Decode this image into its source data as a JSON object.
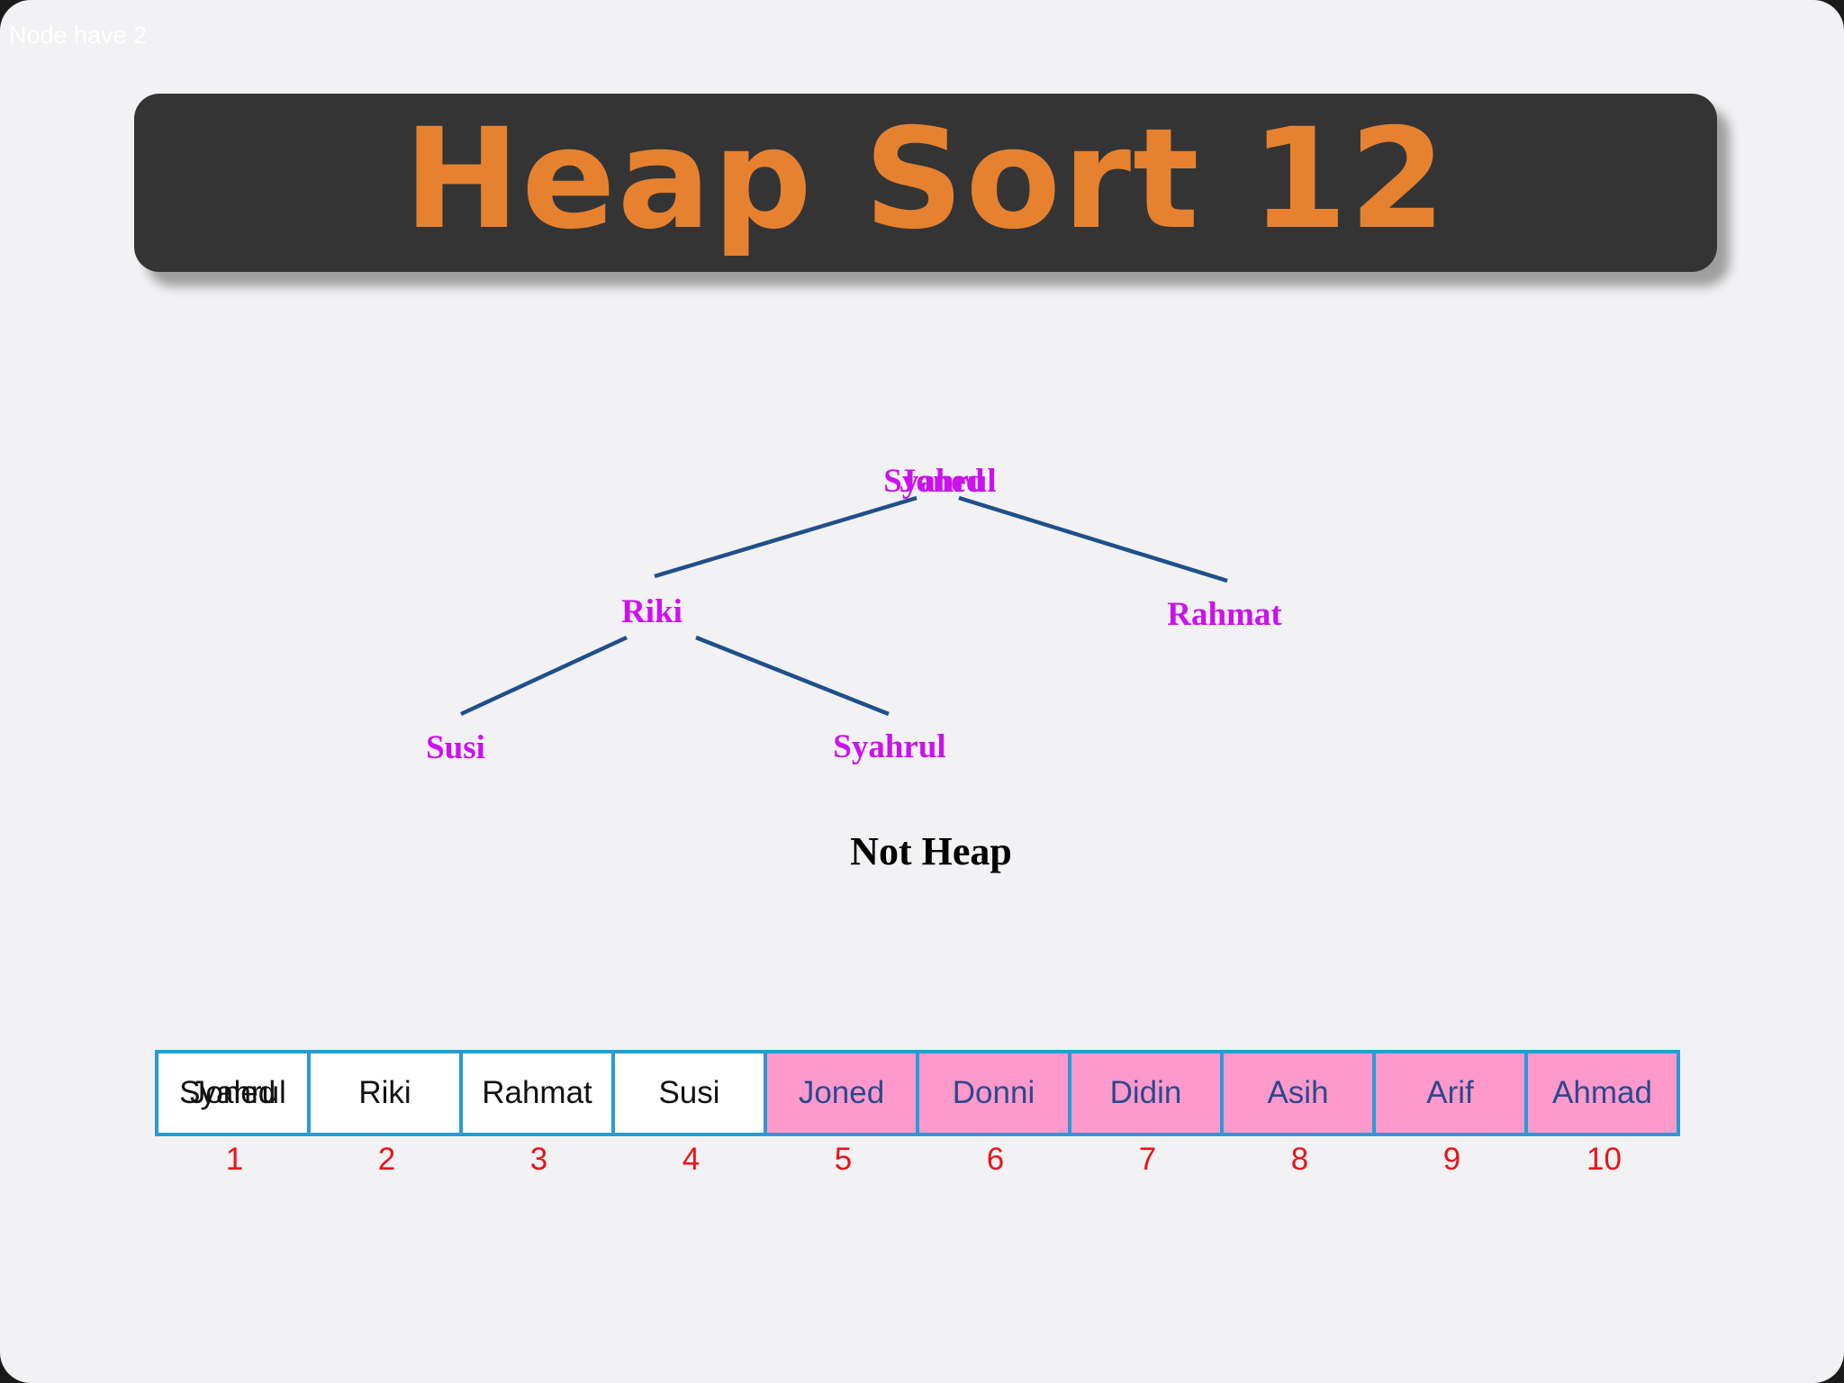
{
  "corner_note": "Node have 2",
  "title": "Heap Sort 12",
  "tree": {
    "root_labels": [
      "Syahrul",
      "Joned"
    ],
    "nodes": {
      "left": "Riki",
      "right": "Rahmat",
      "left_left": "Susi",
      "left_right": "Syahrul"
    }
  },
  "status": "Not Heap",
  "array": {
    "cells": [
      {
        "labels": [
          "Syahrul",
          "Joned"
        ],
        "sorted": false
      },
      {
        "labels": [
          "Riki"
        ],
        "sorted": false
      },
      {
        "labels": [
          "Rahmat"
        ],
        "sorted": false
      },
      {
        "labels": [
          "Susi"
        ],
        "sorted": false
      },
      {
        "labels": [
          "Joned"
        ],
        "sorted": true
      },
      {
        "labels": [
          "Donni"
        ],
        "sorted": true
      },
      {
        "labels": [
          "Didin"
        ],
        "sorted": true
      },
      {
        "labels": [
          "Asih"
        ],
        "sorted": true
      },
      {
        "labels": [
          "Arif"
        ],
        "sorted": true
      },
      {
        "labels": [
          "Ahmad"
        ],
        "sorted": true
      }
    ],
    "indices": [
      "1",
      "2",
      "3",
      "4",
      "5",
      "6",
      "7",
      "8",
      "9",
      "10"
    ]
  },
  "colors": {
    "title_bar": "#353435",
    "title_text": "#e6822f",
    "node_label": "#cc11ee",
    "edge": "#1f4f8a",
    "array_border": "#2a9ad4",
    "sorted_cell": "#ff99cc",
    "index_text": "#e8141c"
  }
}
